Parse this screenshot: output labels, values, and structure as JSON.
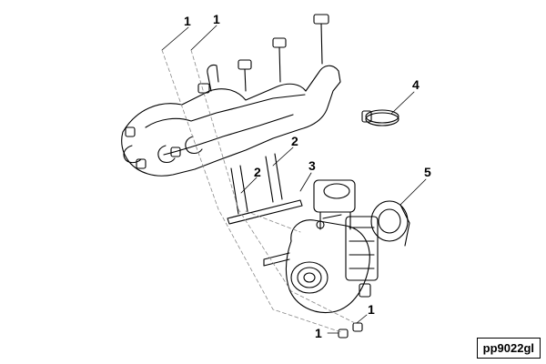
{
  "diagram": {
    "reference_code": "pp9022gl",
    "callouts": [
      {
        "id": "c1a",
        "text": "1"
      },
      {
        "id": "c1b",
        "text": "1"
      },
      {
        "id": "c2a",
        "text": "2"
      },
      {
        "id": "c2b",
        "text": "2"
      },
      {
        "id": "c3",
        "text": "3"
      },
      {
        "id": "c4",
        "text": "4"
      },
      {
        "id": "c5",
        "text": "5"
      },
      {
        "id": "c1c",
        "text": "1"
      },
      {
        "id": "c1d",
        "text": "1"
      }
    ]
  },
  "colors": {
    "line": "#000000",
    "hidden_line": "#888888",
    "background": "#ffffff"
  },
  "icons": [
    "exhaust-manifold-icon",
    "clamp-icon",
    "turbocharger-icon",
    "gasket-icon",
    "stud-icon",
    "nut-icon"
  ]
}
